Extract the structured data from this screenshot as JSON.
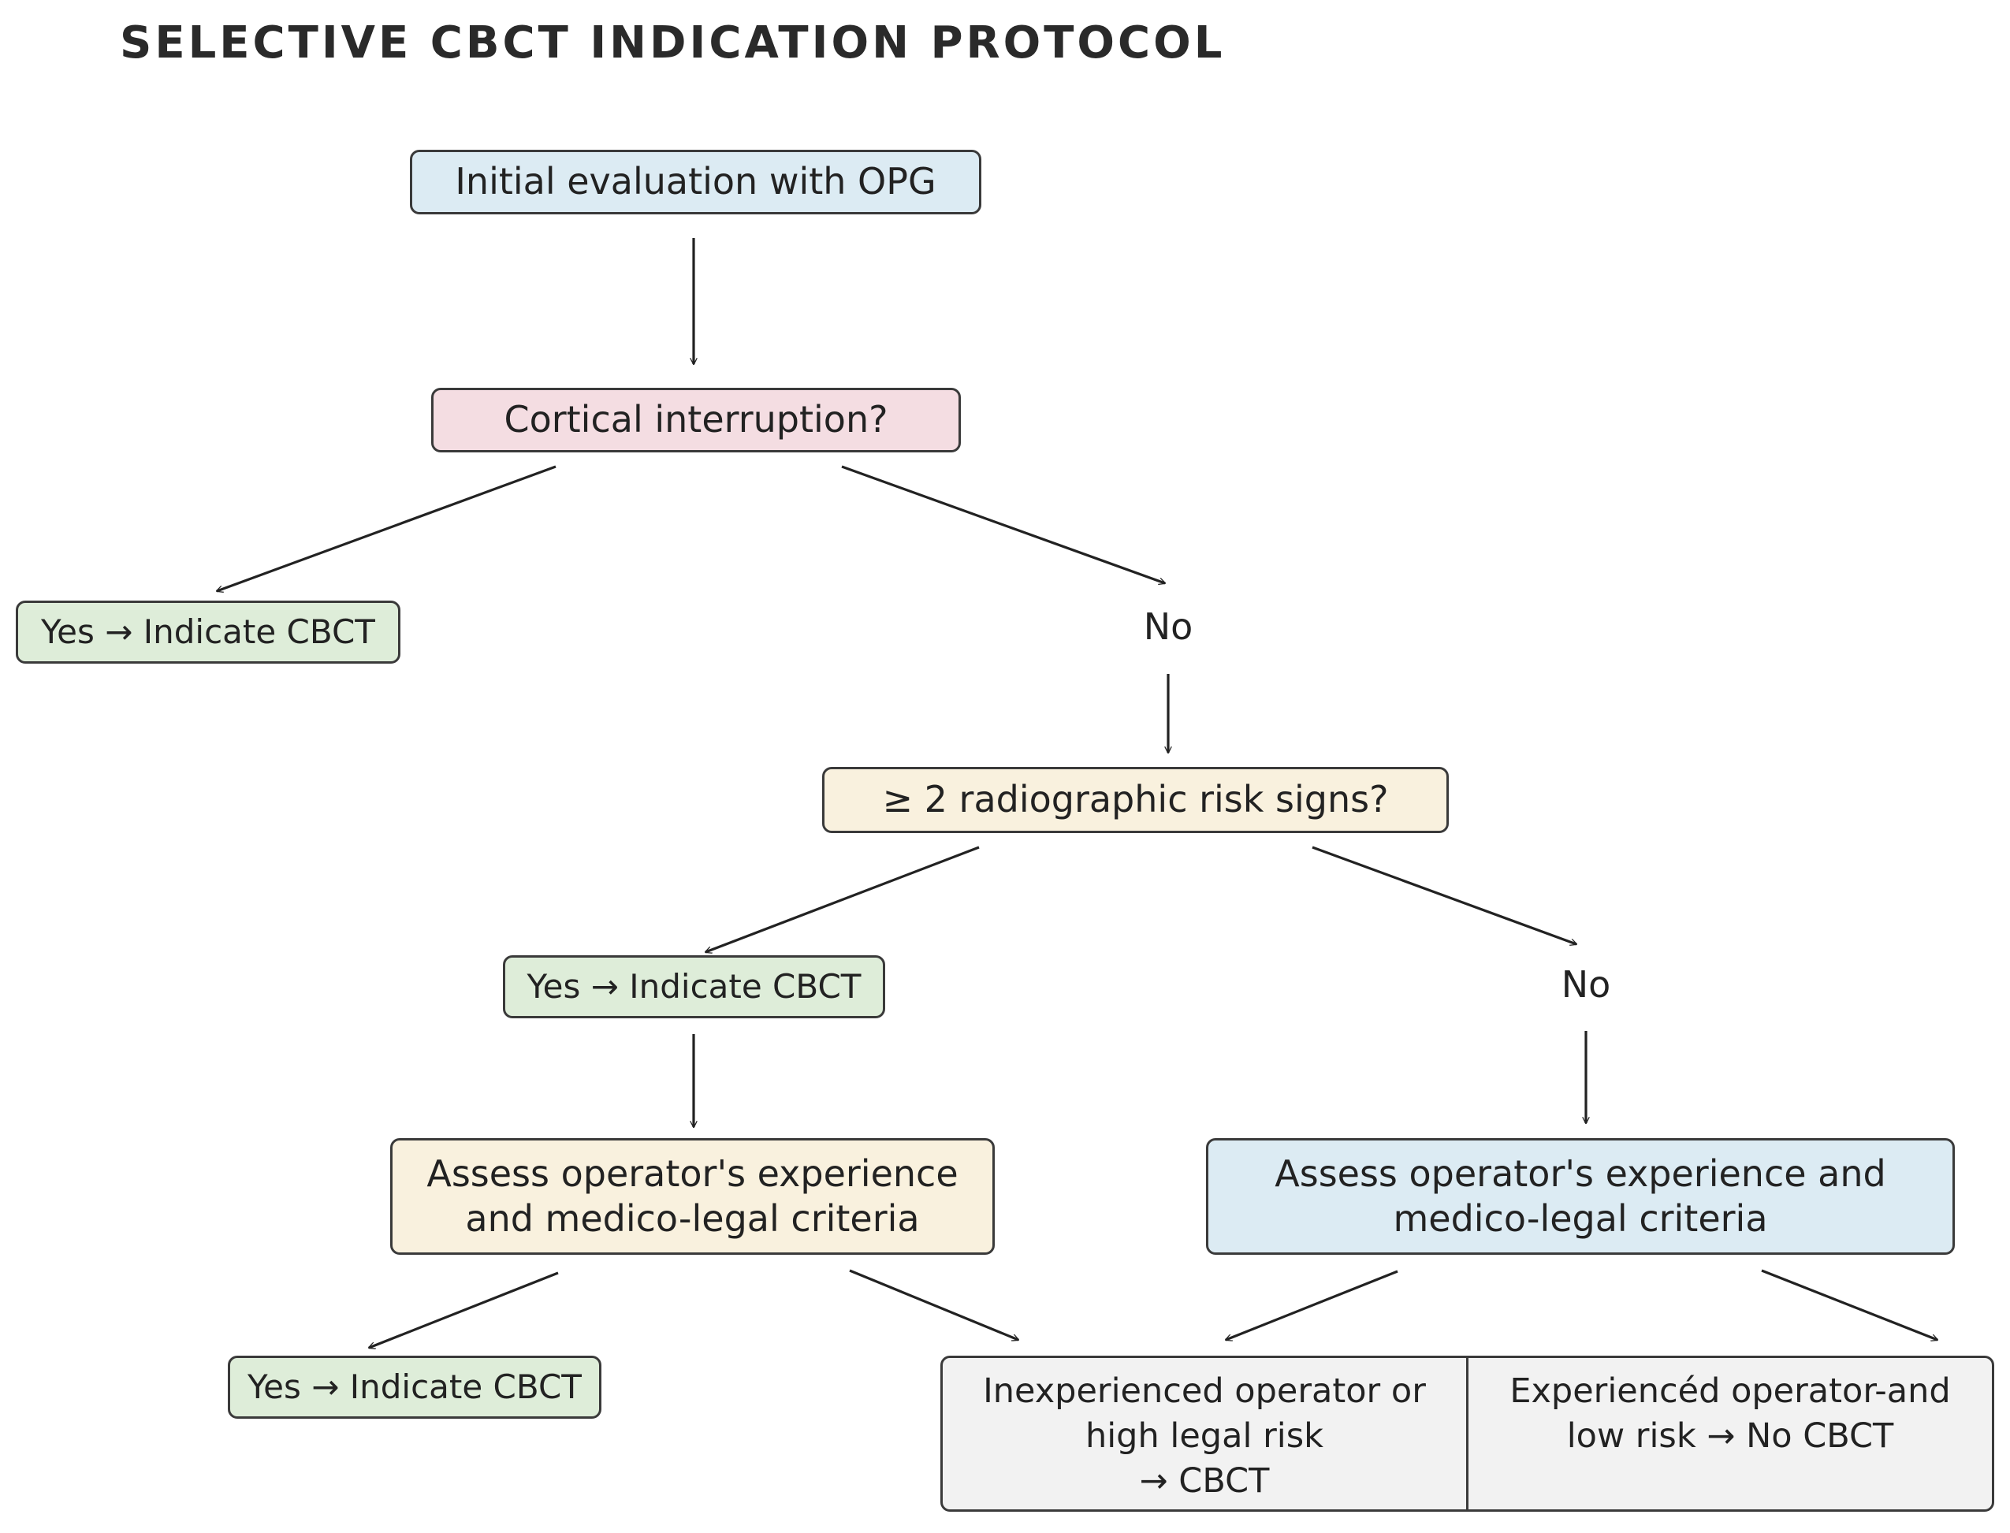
{
  "title": "SELECTIVE CBCT INDICATION PROTOCOL",
  "nodes": {
    "start": "Initial evaluation with OPG",
    "cortical": "Cortical interruption?",
    "yes1": "Yes → Indicate CBCT",
    "no1": "No",
    "risk": "≥ 2 radiographic risk signs?",
    "yes2": "Yes → Indicate CBCT",
    "no2": "No",
    "assess_left_line1": "Assess operator's experience",
    "assess_left_line2": "and medico-legal criteria",
    "assess_right_line1": "Assess operator's experience and",
    "assess_right_line2": "medico-legal criteria",
    "yes3": "Yes → Indicate CBCT",
    "outcome_left_line1": "Inexperienced operator or",
    "outcome_left_line2": "high legal risk",
    "outcome_left_line3": "→ CBCT",
    "outcome_right_line1": "Experiencéd operator-and",
    "outcome_right_line2": "low risk → No CBCT"
  },
  "colors": {
    "blue": "#dcebf3",
    "pink": "#f4dde2",
    "green": "#deedd9",
    "cream": "#f9f1de",
    "gray": "#f2f2f2"
  }
}
